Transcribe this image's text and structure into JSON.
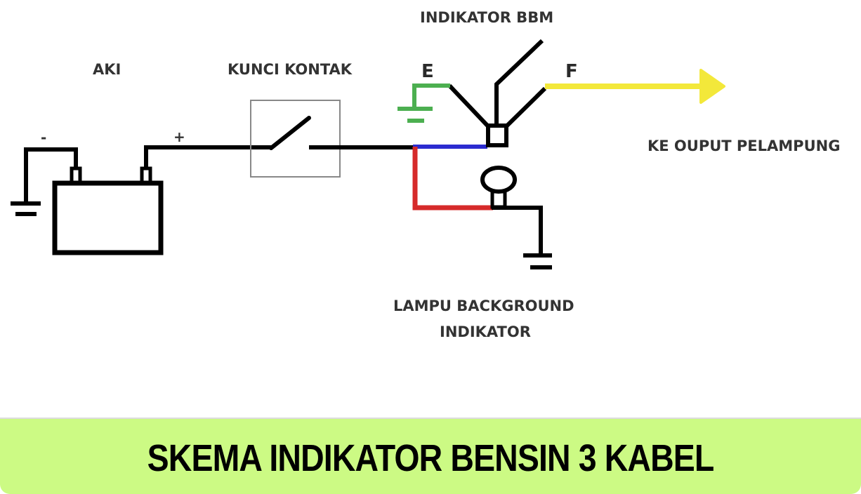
{
  "diagram": {
    "labels": {
      "aki": "AKI",
      "kunci_kontak": "KUNCI KONTAK",
      "indikator_bbm": "INDIKATOR BBM",
      "e": "E",
      "f": "F",
      "ke_output": "KE OUPUT PELAMPUNG",
      "lampu_line1": "LAMPU BACKGROUND",
      "lampu_line2": "INDIKATOR",
      "minus": "-",
      "plus": "+"
    },
    "wire_colors": {
      "main": "#000000",
      "ground_e": "#4caf50",
      "blue": "#2b2bd0",
      "red": "#d62a2a",
      "yellow": "#f3e83a",
      "switch_box": "#888888"
    }
  },
  "banner": {
    "title": "SKEMA INDIKATOR BENSIN 3 KABEL",
    "background": "#ccfa84"
  }
}
